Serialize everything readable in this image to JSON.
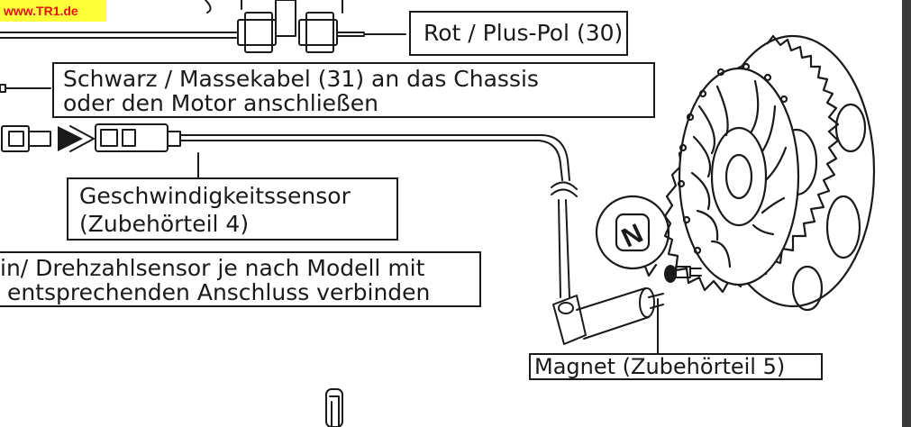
{
  "watermark": {
    "text": "www.TR1.de",
    "background": "#ffff3a",
    "color": "#e0140f"
  },
  "labels": {
    "rot": "Rot / Plus-Pol (30)",
    "schwarz": [
      "Schwarz / Massekabel (31) an das Chassis",
      "oder den Motor anschließen"
    ],
    "geschwindigkeit": [
      "Geschwindigkeitssensor",
      "(Zubehörteil 4)"
    ],
    "drehzahl": [
      "in/ Drehzahlsensor je nach Modell mit",
      " entsprechenden Anschluss verbinden"
    ],
    "magnet": "Magnet (Zubehörteil 5)"
  },
  "magnet_pole": "N",
  "colors": {
    "ink": "#1a1a1a",
    "background": "#ffffff"
  }
}
